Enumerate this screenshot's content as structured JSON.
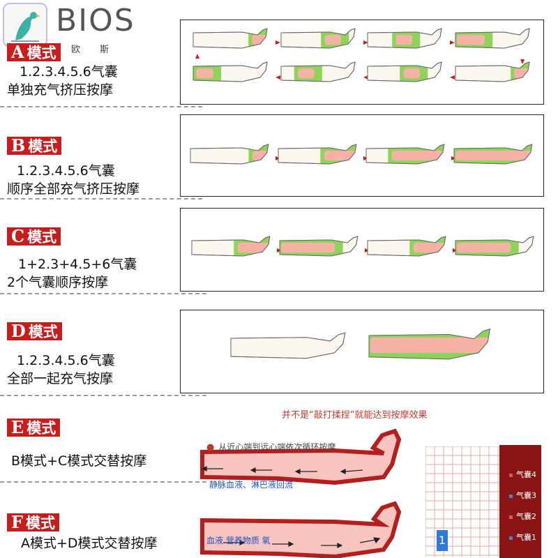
{
  "brand": {
    "name": "BIOS",
    "subtitle": "欧斯"
  },
  "modes": [
    {
      "letter": "A",
      "suffix": "模式",
      "line1": "1.2.3.4.5.6气囊",
      "line2": "单独充气挤压按摩"
    },
    {
      "letter": "B",
      "suffix": "模式",
      "line1": "1.2.3.4.5.6气囊",
      "line2": "顺序全部充气挤压按摩"
    },
    {
      "letter": "C",
      "suffix": "模式",
      "line1": "1+2.3+4.5+6气囊",
      "line2": "2个气囊顺序按摩"
    },
    {
      "letter": "D",
      "suffix": "模式",
      "line1": "1.2.3.4.5.6气囊",
      "line2": "全部一起充气按摩"
    },
    {
      "letter": "E",
      "suffix": "模式",
      "line1": "B模式+C模式交替按摩",
      "line2": ""
    },
    {
      "letter": "F",
      "suffix": "模式",
      "line1": "A模式+D模式交替按摩",
      "line2": ""
    }
  ],
  "infographic": {
    "title": "并不是“敲打揉捏”就能达到按摩效果",
    "subtitle": "从近心端到远心端依次循环按摩",
    "flow1": "静脉血液、淋巴液回流",
    "flow2": "血液 营养物质 氧"
  },
  "legend": [
    {
      "label": "气囊4",
      "color": "#e2574c"
    },
    {
      "label": "气囊3",
      "color": "#4d7fd6"
    },
    {
      "label": "气囊2",
      "color": "#e2574c"
    },
    {
      "label": "气囊1",
      "color": "#4d7fd6"
    }
  ],
  "counter": "1",
  "colors": {
    "badge": "#c81d1d",
    "cuff_green": "#8fd45a",
    "fill_pink": "#f6b3a5",
    "flow_blue": "#1b55c5",
    "legend_bg": "#8a1414"
  }
}
